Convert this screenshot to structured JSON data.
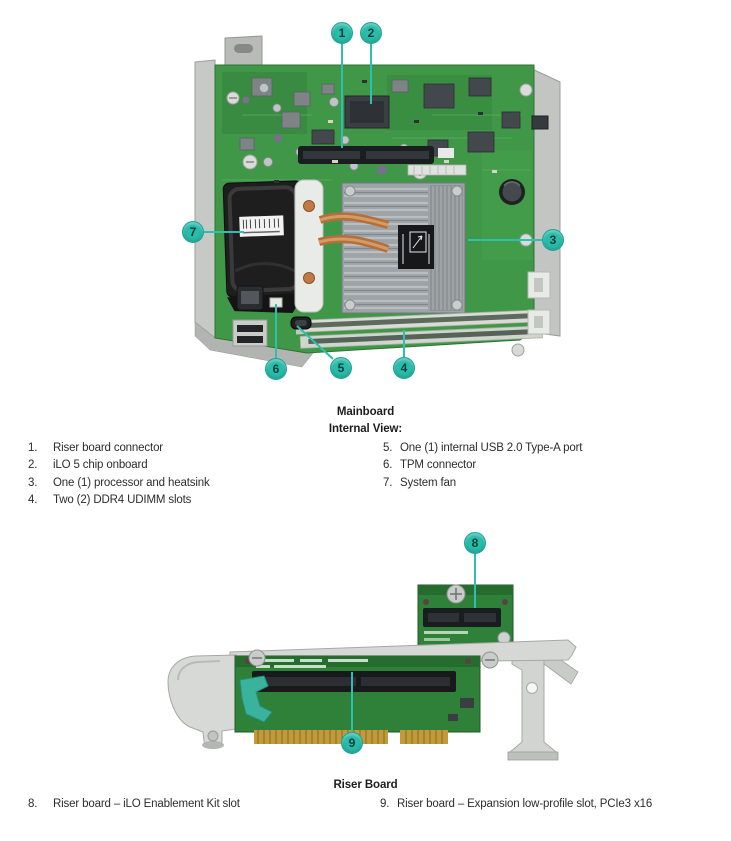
{
  "document": {
    "background": "#ffffff",
    "accent_teal": "#2abcab",
    "text_color": "#2d2d2d"
  },
  "mainboard_figure": {
    "alt": "Mainboard internal view photograph with numbered callouts",
    "callouts": [
      {
        "n": "1"
      },
      {
        "n": "2"
      },
      {
        "n": "3"
      },
      {
        "n": "4"
      },
      {
        "n": "5"
      },
      {
        "n": "6"
      },
      {
        "n": "7"
      }
    ]
  },
  "mainboard_section": {
    "title_line1": "Mainboard",
    "title_line2": "Internal View:",
    "items_left": [
      {
        "num": "1.",
        "label": "Riser board connector"
      },
      {
        "num": "2.",
        "label": "iLO 5 chip onboard"
      },
      {
        "num": "3.",
        "label": "One (1) processor and heatsink"
      },
      {
        "num": "4.",
        "label": "Two (2) DDR4 UDIMM slots"
      }
    ],
    "items_right": [
      {
        "num": "5.",
        "label": "One (1) internal USB 2.0 Type-A port"
      },
      {
        "num": "6.",
        "label": "TPM connector"
      },
      {
        "num": "7.",
        "label": "System fan"
      }
    ]
  },
  "riser_figure": {
    "alt": "Riser board photograph with numbered callouts",
    "callouts": [
      {
        "n": "8"
      },
      {
        "n": "9"
      }
    ]
  },
  "riser_section": {
    "title": "Riser Board",
    "items_left": [
      {
        "num": "8.",
        "label": "Riser board – iLO Enablement Kit slot"
      }
    ],
    "items_right": [
      {
        "num": "9.",
        "label": "Riser board – Expansion low-profile slot, PCIe3 x16"
      }
    ]
  }
}
